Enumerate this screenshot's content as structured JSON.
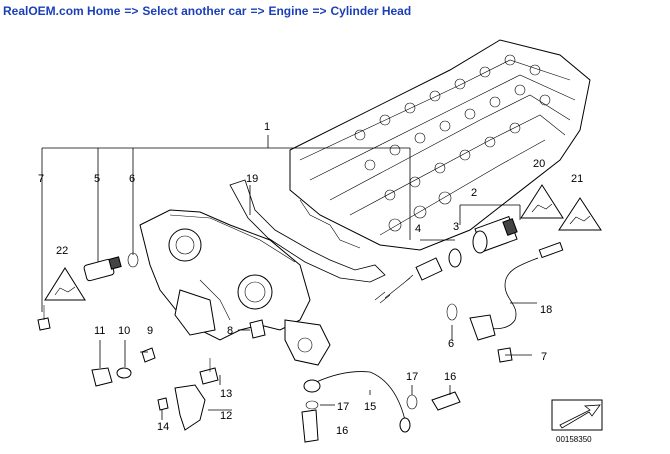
{
  "breadcrumb": {
    "items": [
      {
        "label": "RealOEM.com Home"
      },
      {
        "label": "Select another car"
      },
      {
        "label": "Engine"
      },
      {
        "label": "Cylinder Head"
      }
    ],
    "separator": "=>"
  },
  "diagram": {
    "callouts": [
      "1",
      "2",
      "3",
      "4",
      "5",
      "6",
      "6",
      "7",
      "7",
      "8",
      "9",
      "10",
      "11",
      "12",
      "13",
      "14",
      "15",
      "16",
      "16",
      "17",
      "17",
      "18",
      "19",
      "20",
      "21",
      "22"
    ],
    "image_code": "00158350",
    "colors": {
      "link": "#1a3fb8",
      "line": "#000000"
    }
  }
}
